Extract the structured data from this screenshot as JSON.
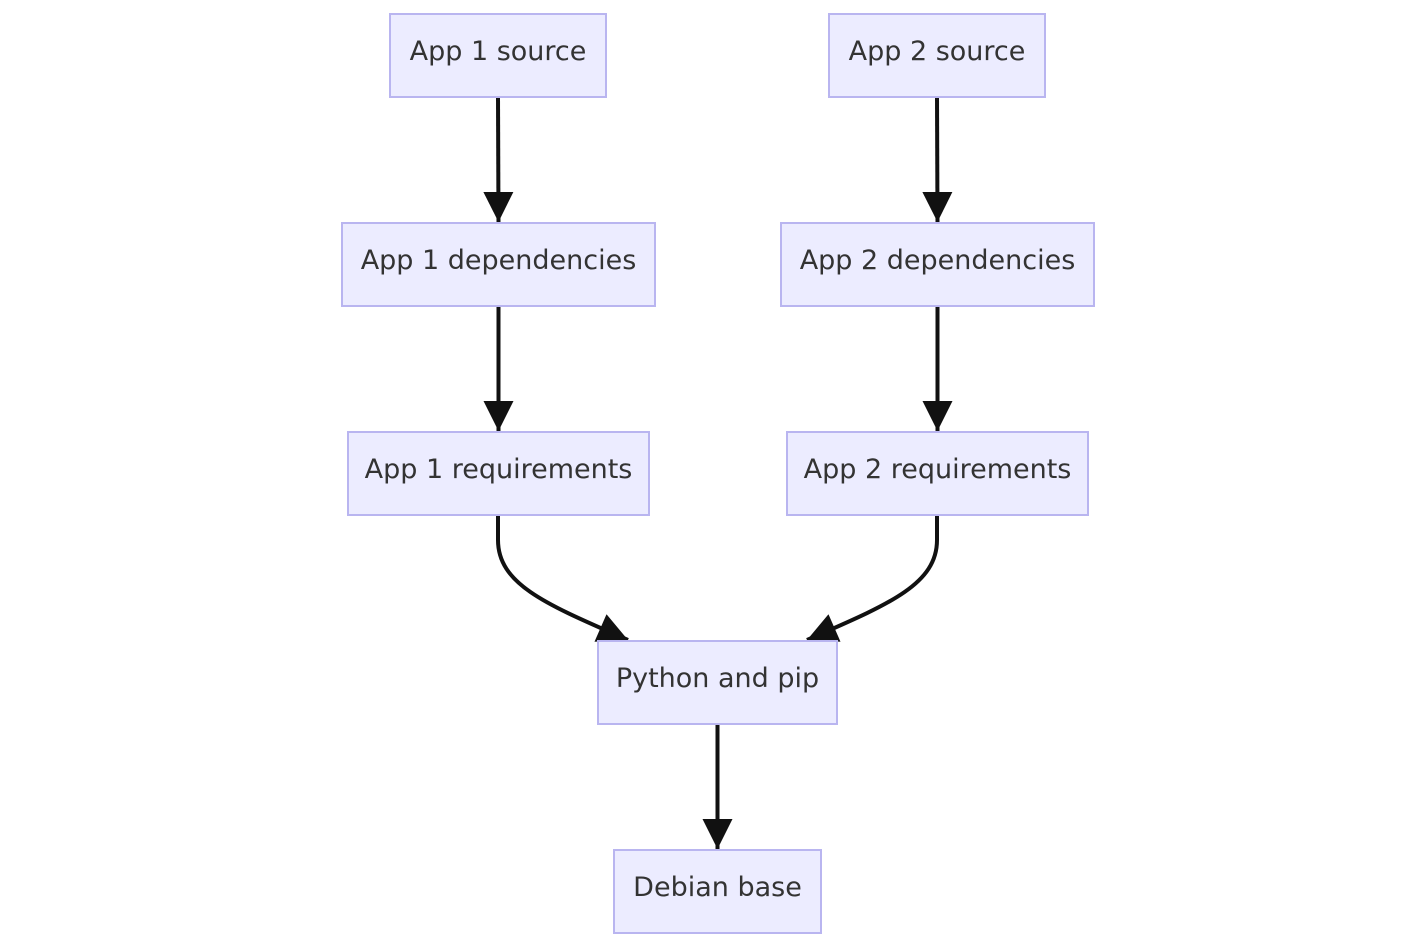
{
  "diagram": {
    "type": "flowchart",
    "direction": "top-down",
    "colors": {
      "node_fill": "#ECECFF",
      "node_stroke": "#B9B5F0",
      "text": "#333333",
      "edge": "#111111",
      "background": "#FFFFFF"
    },
    "nodes": [
      {
        "id": "app1-source",
        "label": "App 1 source"
      },
      {
        "id": "app2-source",
        "label": "App 2 source"
      },
      {
        "id": "app1-deps",
        "label": "App 1 dependencies"
      },
      {
        "id": "app2-deps",
        "label": "App 2 dependencies"
      },
      {
        "id": "app1-reqs",
        "label": "App 1 requirements"
      },
      {
        "id": "app2-reqs",
        "label": "App 2 requirements"
      },
      {
        "id": "python-pip",
        "label": "Python and pip"
      },
      {
        "id": "debian-base",
        "label": "Debian base"
      }
    ],
    "edges": [
      {
        "from": "app1-source",
        "to": "app1-deps"
      },
      {
        "from": "app1-deps",
        "to": "app1-reqs"
      },
      {
        "from": "app1-reqs",
        "to": "python-pip"
      },
      {
        "from": "app2-source",
        "to": "app2-deps"
      },
      {
        "from": "app2-deps",
        "to": "app2-reqs"
      },
      {
        "from": "app2-reqs",
        "to": "python-pip"
      },
      {
        "from": "python-pip",
        "to": "debian-base"
      }
    ]
  }
}
